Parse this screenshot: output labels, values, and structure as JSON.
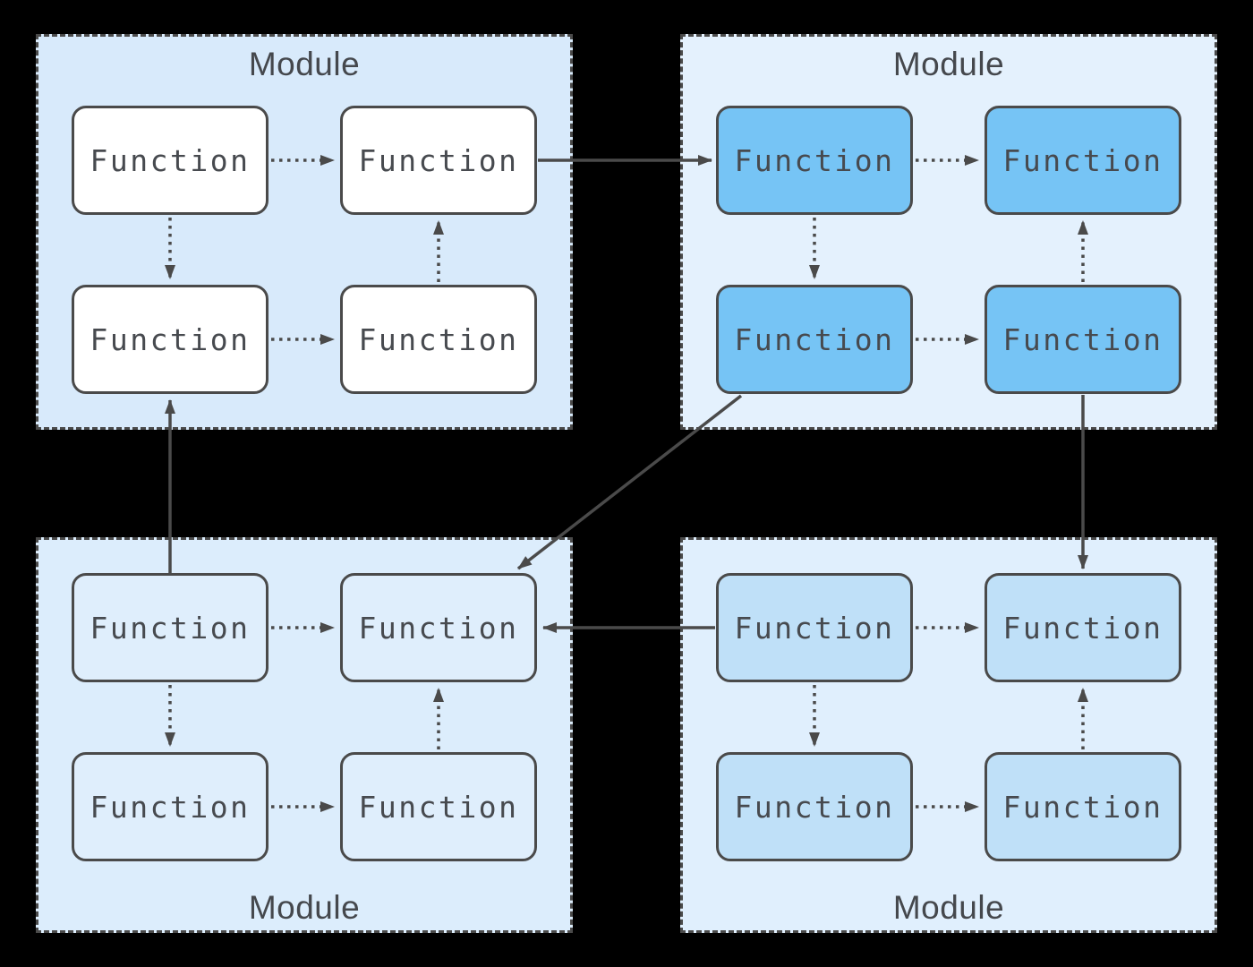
{
  "canvas": {
    "background": "#000000"
  },
  "modules": [
    {
      "name": "module-top-left",
      "label": "Module",
      "label_position": "top",
      "fill": "#d8eafb",
      "border_color": "#4a4a4a",
      "function_fill": "#ffffff",
      "functions": [
        {
          "label": "Function"
        },
        {
          "label": "Function"
        },
        {
          "label": "Function"
        },
        {
          "label": "Function"
        }
      ]
    },
    {
      "name": "module-top-right",
      "label": "Module",
      "label_position": "top",
      "fill": "#e4f1fd",
      "border_color": "#4a4a4a",
      "function_fill": "#76c4f5",
      "functions": [
        {
          "label": "Function"
        },
        {
          "label": "Function"
        },
        {
          "label": "Function"
        },
        {
          "label": "Function"
        }
      ]
    },
    {
      "name": "module-bottom-left",
      "label": "Module",
      "label_position": "bottom",
      "fill": "#dcedfc",
      "border_color": "#4a4a4a",
      "function_fill": "#dfeefc",
      "functions": [
        {
          "label": "Function"
        },
        {
          "label": "Function"
        },
        {
          "label": "Function"
        },
        {
          "label": "Function"
        }
      ]
    },
    {
      "name": "module-bottom-right",
      "label": "Module",
      "label_position": "bottom",
      "fill": "#e0effd",
      "border_color": "#4a4a4a",
      "function_fill": "#bfe0f8",
      "functions": [
        {
          "label": "Function"
        },
        {
          "label": "Function"
        },
        {
          "label": "Function"
        },
        {
          "label": "Function"
        }
      ]
    }
  ],
  "edges": {
    "color": "#4a4a4a",
    "internal_style": "dotted",
    "external_style": "solid",
    "internal_per_module": [
      "fn-top-left -> fn-top-right",
      "fn-top-left -> fn-bottom-left",
      "fn-bottom-left -> fn-bottom-right",
      "fn-bottom-right -> fn-top-right"
    ],
    "external": [
      "module-top-left.fn-top-right -> module-top-right.fn-top-left",
      "module-bottom-left.fn-top-left -> module-top-left.fn-bottom-left",
      "module-top-right.fn-bottom-left -> module-bottom-left.fn-top-right",
      "module-top-right.fn-bottom-right -> module-bottom-right.fn-top-right",
      "module-bottom-right.fn-top-left -> module-bottom-left.fn-top-right"
    ]
  }
}
